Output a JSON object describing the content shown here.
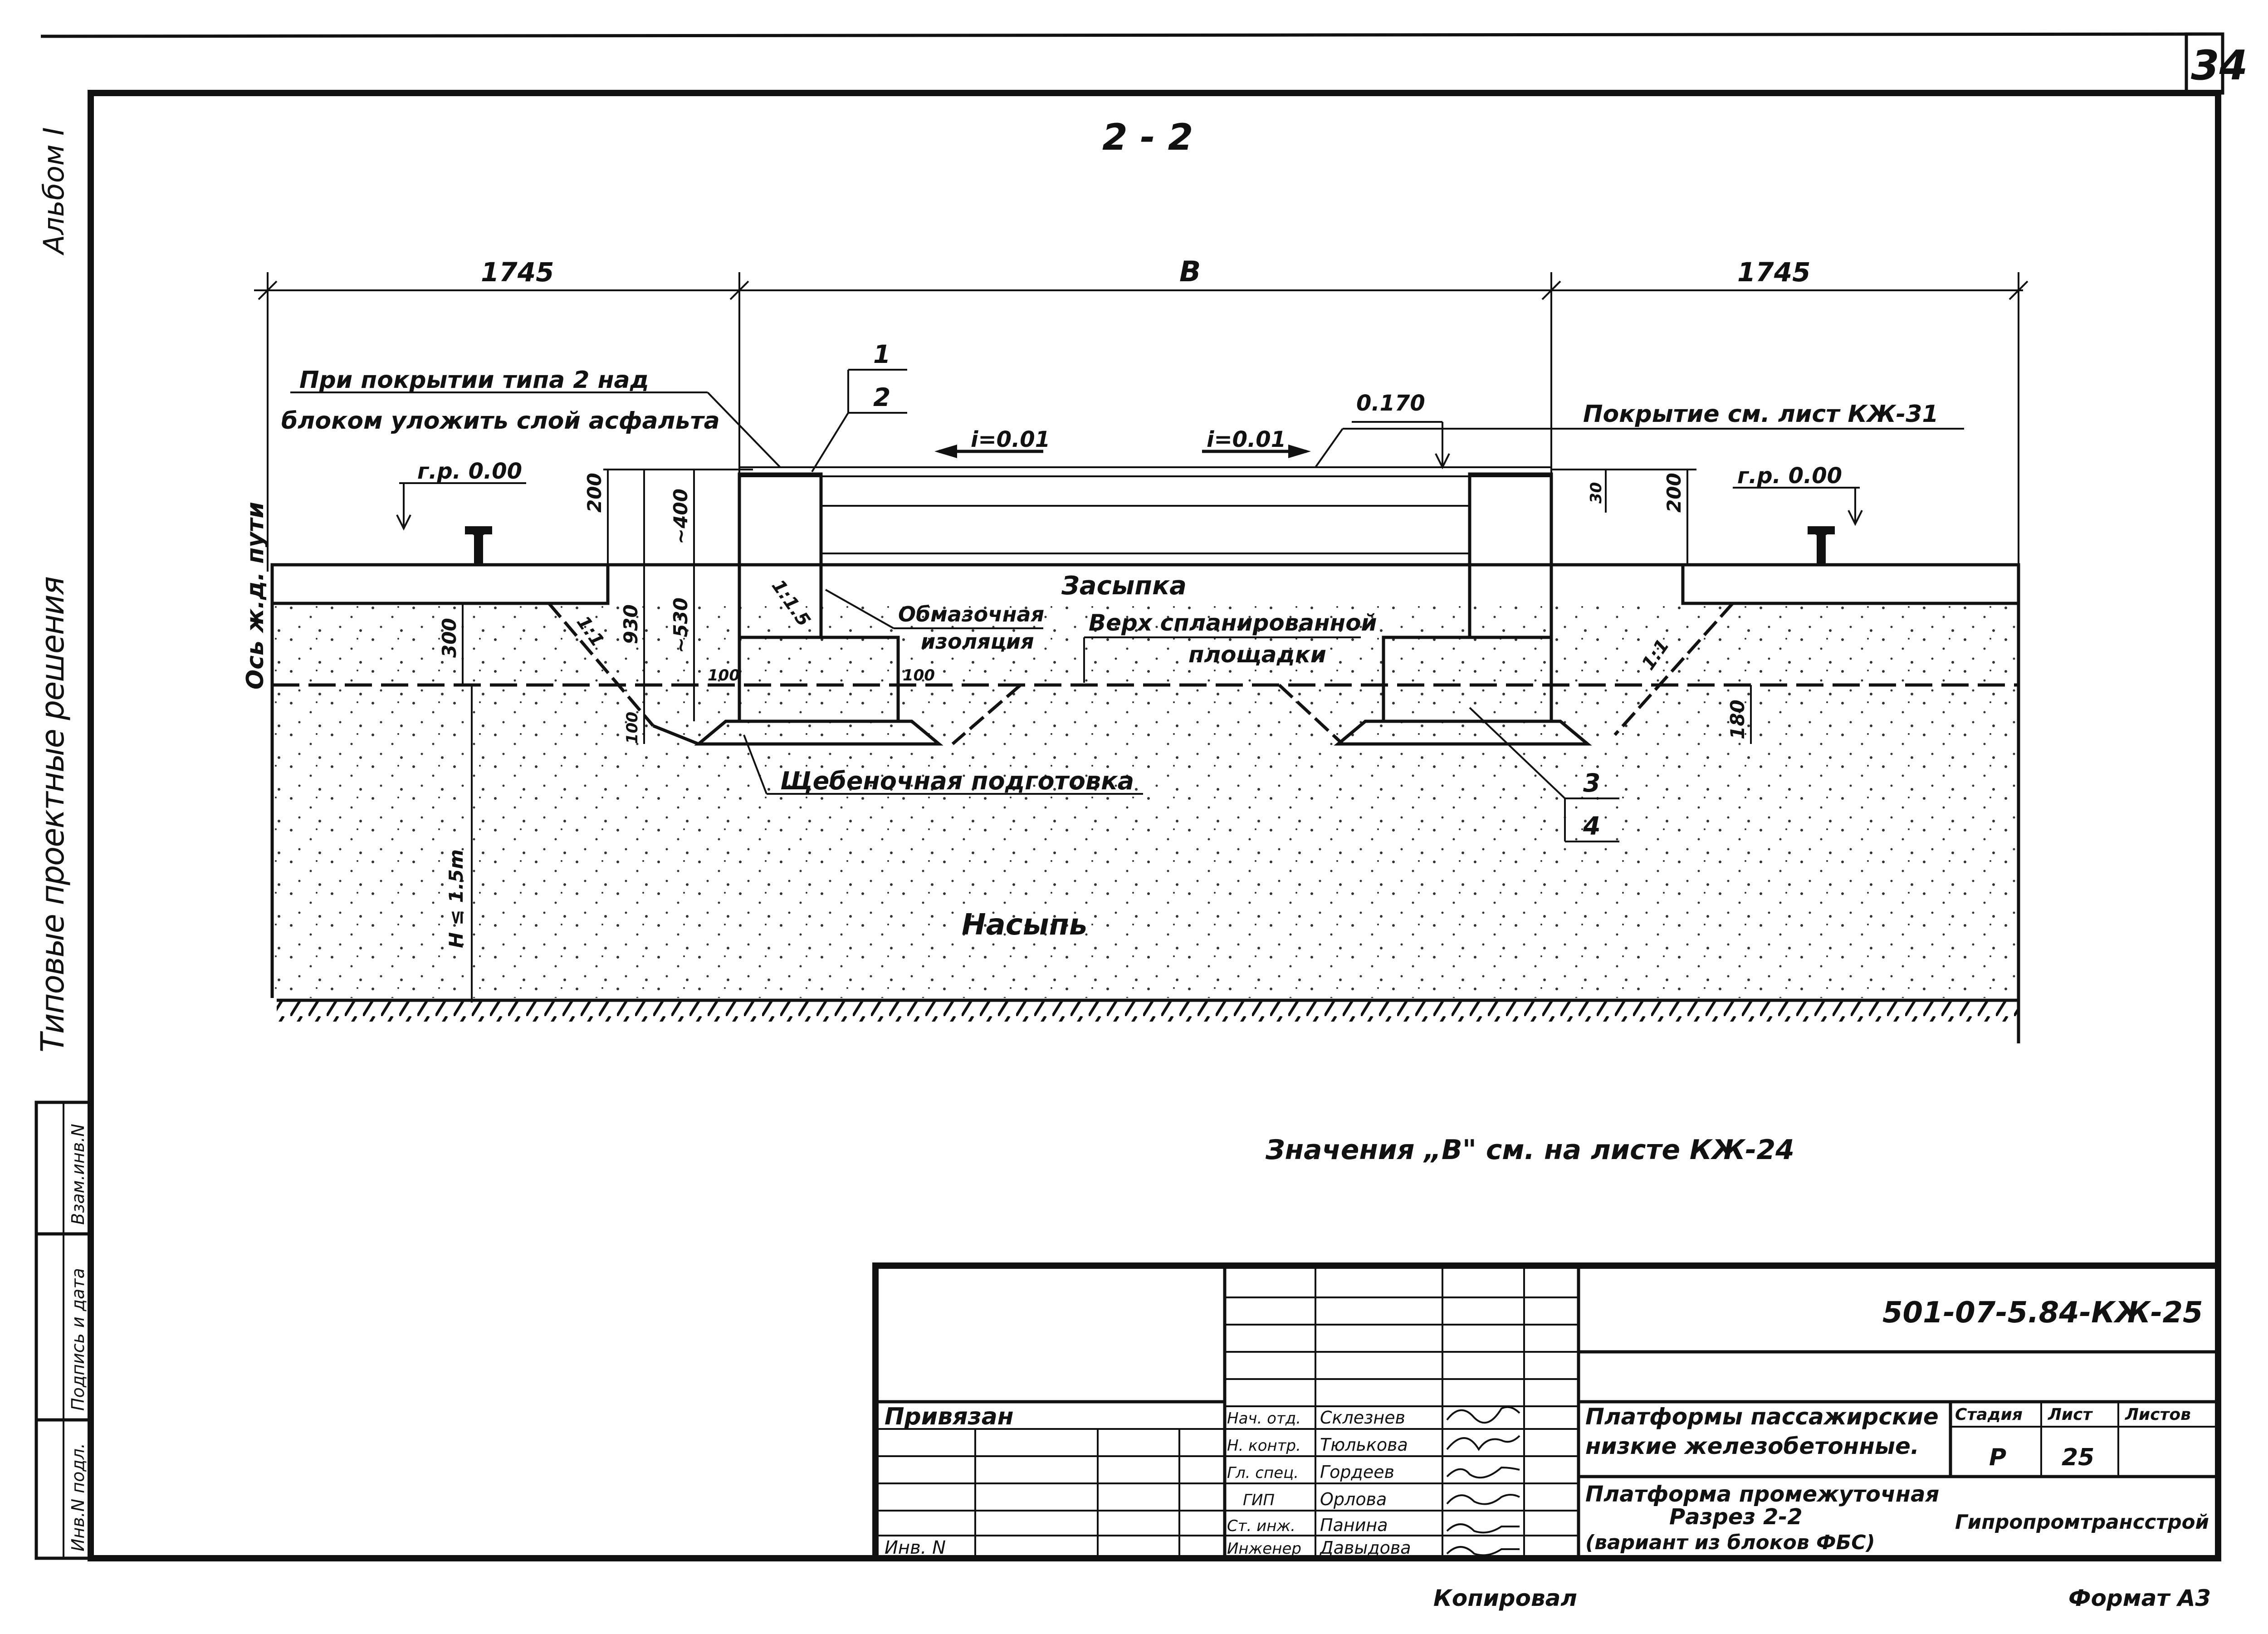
{
  "sheet_number": "34",
  "section_title": "2 - 2",
  "side_labels": {
    "album": "Альбом I",
    "series": "Типовые проектные решения"
  },
  "side_stamp": {
    "vzam_inv": "Взам.инв.N",
    "podpis_data": "Подпись и дата",
    "inv_podl": "Инв.N подл."
  },
  "dimensions": {
    "left_width": "1745",
    "mid_width": "B",
    "right_width": "1745",
    "h200_left": "200",
    "h200_right": "200",
    "h400": "~400",
    "h530": "~530",
    "h930": "930",
    "h300": "300",
    "h100_a": "100",
    "h100_b": "100",
    "h100_c": "100",
    "h30": "30",
    "h180": "180",
    "slope_15": "1:1.5",
    "slope_left": "1:1",
    "slope_right": "1:1",
    "embankment_height": "H ≤ 1.5m"
  },
  "labels": {
    "axis": "Ось ж.д. пути",
    "level_left": "г.р. 0.00",
    "level_right": "г.р. 0.00",
    "asphalt_note_line1": "При покрытии типа 2 над",
    "asphalt_note_line2": "блоком уложить слой асфальта",
    "slope_i_left": "i=0.01",
    "slope_i_right": "i=0.01",
    "level_0170": "0.170",
    "coating_note": "Покрытие см. лист КЖ-31",
    "backfill": "Засыпка",
    "insulation_line1": "Обмазочная",
    "insulation_line2": "изоляция",
    "planned_top_line1": "Верх спланированной",
    "planned_top_line2": "площадки",
    "crushed_stone": "Щебеночная подготовка",
    "embankment": "Насыпь",
    "callout_1": "1",
    "callout_2": "2",
    "callout_3": "3",
    "callout_4": "4",
    "note_B": "Значения „B\" см. на листе КЖ-24"
  },
  "title_block": {
    "code": "501-07-5.84-КЖ-25",
    "privyazan": "Привязан",
    "inv_n": "Инв. N",
    "roles": [
      "Нач. отд.",
      "Н. контр.",
      "Гл. спец.",
      "ГИП",
      "Ст. инж.",
      "Инженер"
    ],
    "names": [
      "Склезнев",
      "Тюлькова",
      "Гордеев",
      "Орлова",
      "Панина",
      "Давыдова"
    ],
    "project_line1": "Платформы пассажирские",
    "project_line2": "низкие железобетонные.",
    "sheet_line1": "Платформа промежуточная",
    "sheet_line2": "Разрез 2-2",
    "sheet_line3": "(вариант из блоков ФБС)",
    "stage_header": "Стадия",
    "list_header": "Лист",
    "lists_header": "Листов",
    "stage": "Р",
    "list": "25",
    "organization": "Гипропромтрансстрой"
  },
  "footer": {
    "copied": "Копировал",
    "format": "Формат А3"
  }
}
